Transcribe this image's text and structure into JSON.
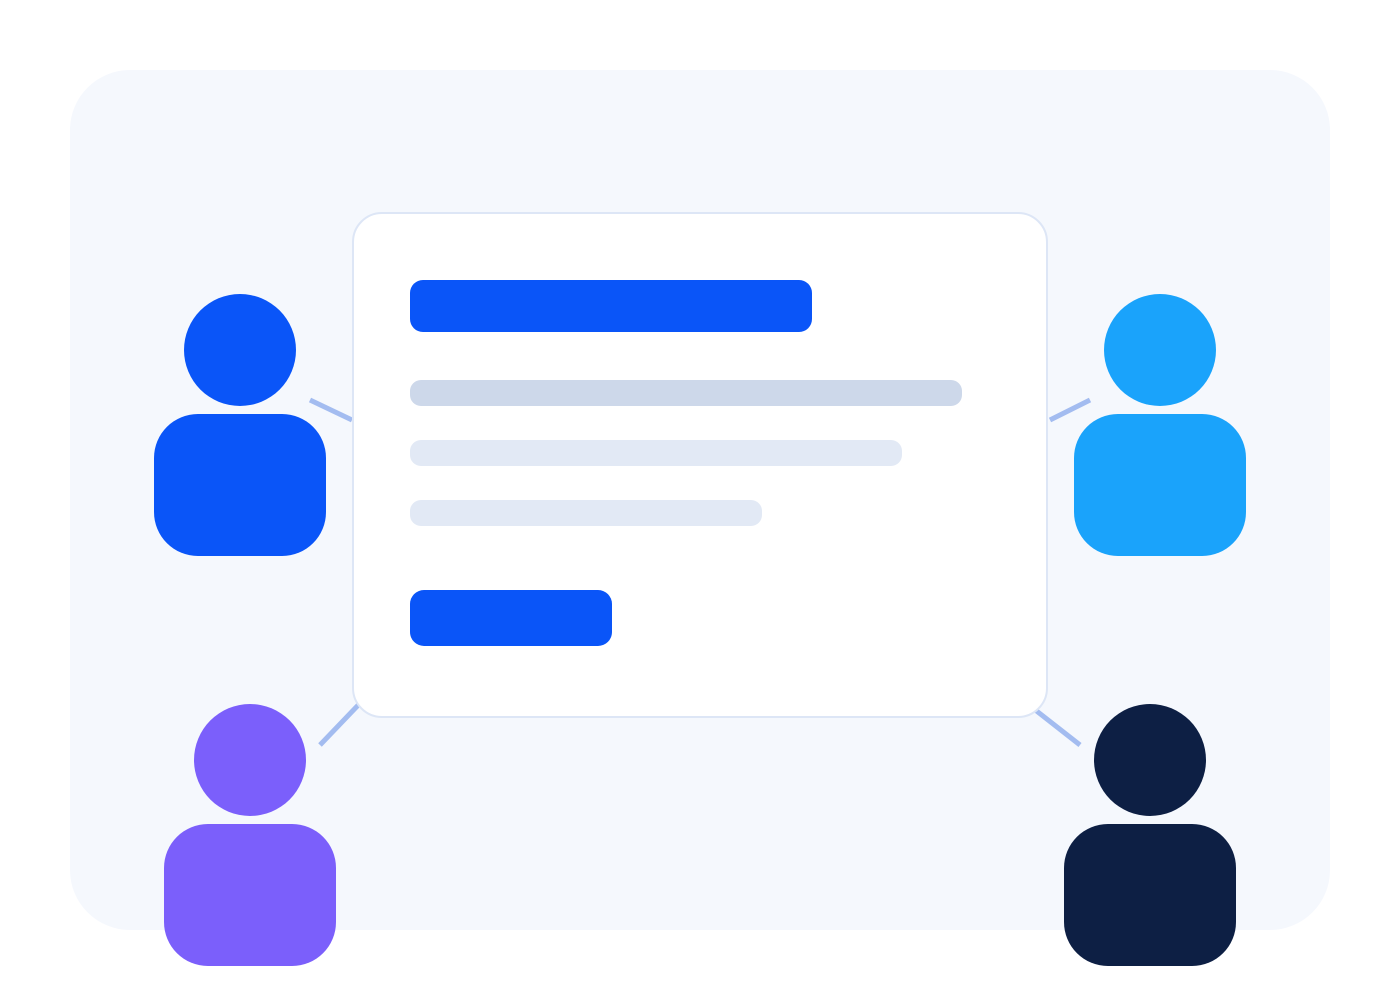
{
  "colors": {
    "backdrop": "#f5f8fd",
    "card_border": "#dde6f6",
    "primary_blue": "#0a55f8",
    "line_strong": "#cdd8ea",
    "line_soft": "#e2e9f5",
    "connector": "#a3bcf0",
    "person_blue": "#0a55f8",
    "person_sky": "#1aa3fb",
    "person_purple": "#7b5ffb",
    "person_navy": "#0d1f44"
  },
  "card": {
    "title_placeholder": "",
    "button_label": ""
  },
  "people": [
    {
      "id": "top-left",
      "color_key": "person_blue",
      "icon": "user-icon"
    },
    {
      "id": "top-right",
      "color_key": "person_sky",
      "icon": "user-icon"
    },
    {
      "id": "bottom-left",
      "color_key": "person_purple",
      "icon": "user-icon"
    },
    {
      "id": "bottom-right",
      "color_key": "person_navy",
      "icon": "user-icon"
    }
  ]
}
